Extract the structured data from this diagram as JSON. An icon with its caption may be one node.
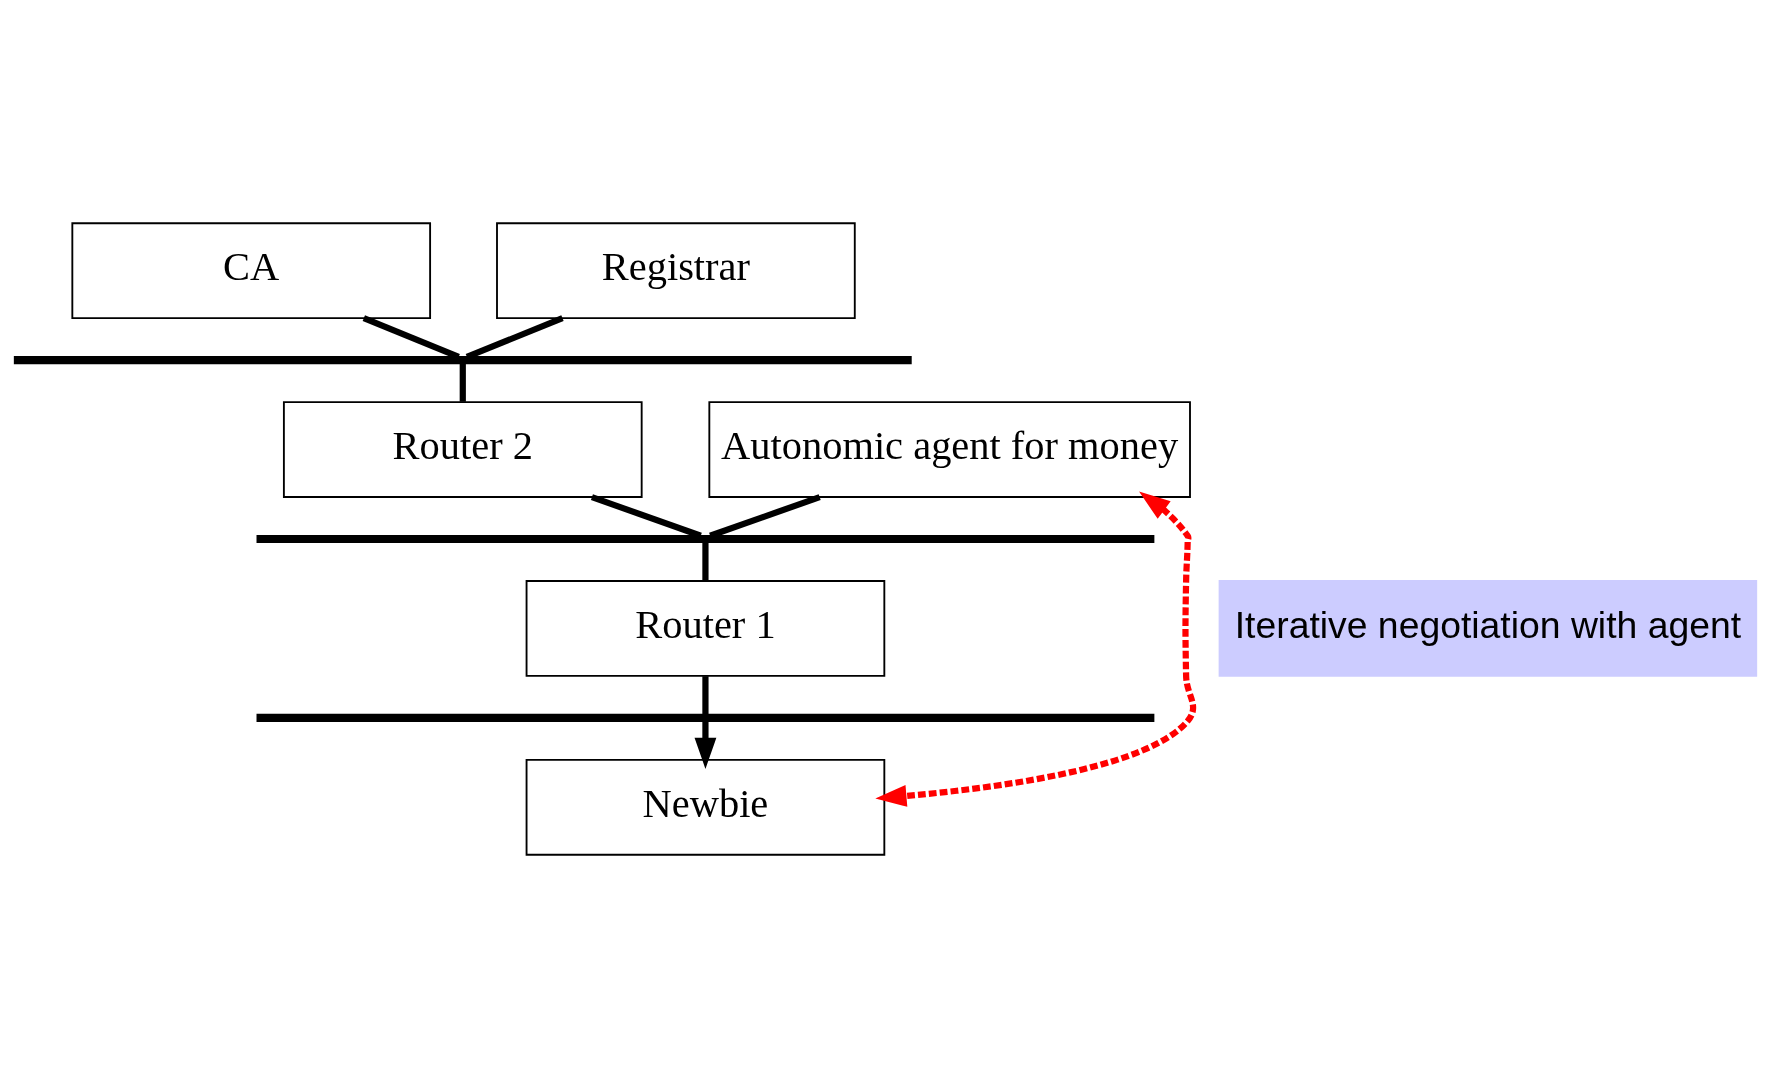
{
  "diagram": {
    "nodes": [
      {
        "text": [
          "CA"
        ]
      },
      {
        "text": [
          "Registrar"
        ]
      },
      {
        "text": [],
        "shape": "bar"
      },
      {
        "text": [
          "Router 2"
        ]
      },
      {
        "text": [
          "Autonomic agent for money"
        ]
      },
      {
        "text": [],
        "shape": "bar"
      },
      {
        "text": [
          "Router 1"
        ]
      },
      {
        "text": [
          "Iterative negotiation with agent"
        ]
      },
      {
        "text": [],
        "shape": "bar"
      },
      {
        "text": [
          "Newbie"
        ]
      }
    ],
    "edges": [
      {
        "from": 0,
        "to": 2,
        "arrow": "none"
      },
      {
        "from": 1,
        "to": 2,
        "arrow": "none"
      },
      {
        "from": 2,
        "to": 3,
        "arrow": "none"
      },
      {
        "from": 3,
        "to": 5,
        "arrow": "none"
      },
      {
        "from": 4,
        "to": 5,
        "arrow": "none"
      },
      {
        "from": 5,
        "to": 6,
        "arrow": "none"
      },
      {
        "from": 6,
        "to": 8,
        "arrow": "none"
      },
      {
        "from": 8,
        "to": 9,
        "arrow": "to"
      },
      {
        "from": 4,
        "to": 9,
        "arrow": "both",
        "style": "dashed",
        "color": "#ff0000"
      }
    ]
  }
}
